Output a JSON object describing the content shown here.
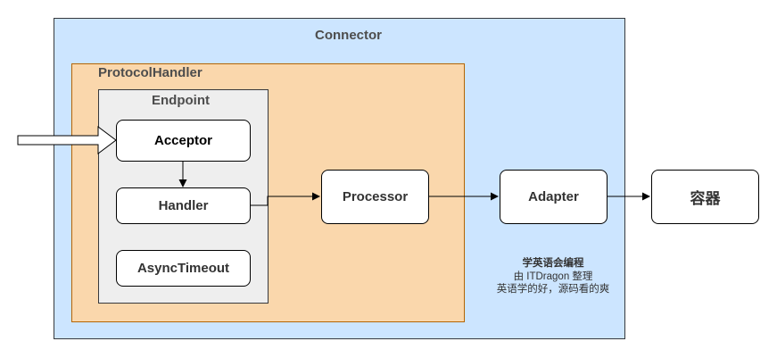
{
  "containers": {
    "connector": "Connector",
    "protocol_handler": "ProtocolHandler",
    "endpoint": "Endpoint"
  },
  "nodes": {
    "acceptor": "Acceptor",
    "handler": "Handler",
    "async_timeout": "AsyncTimeout",
    "processor": "Processor",
    "adapter": "Adapter",
    "container": "容器"
  },
  "watermark": {
    "line1": "学英语会编程",
    "line2": "由 ITDragon 整理",
    "line3": "英语学的好，源码看的爽"
  },
  "colors": {
    "connector_fill": "#cce5ff",
    "protocol_fill": "#fad7ac",
    "endpoint_fill": "#eeeeee"
  }
}
